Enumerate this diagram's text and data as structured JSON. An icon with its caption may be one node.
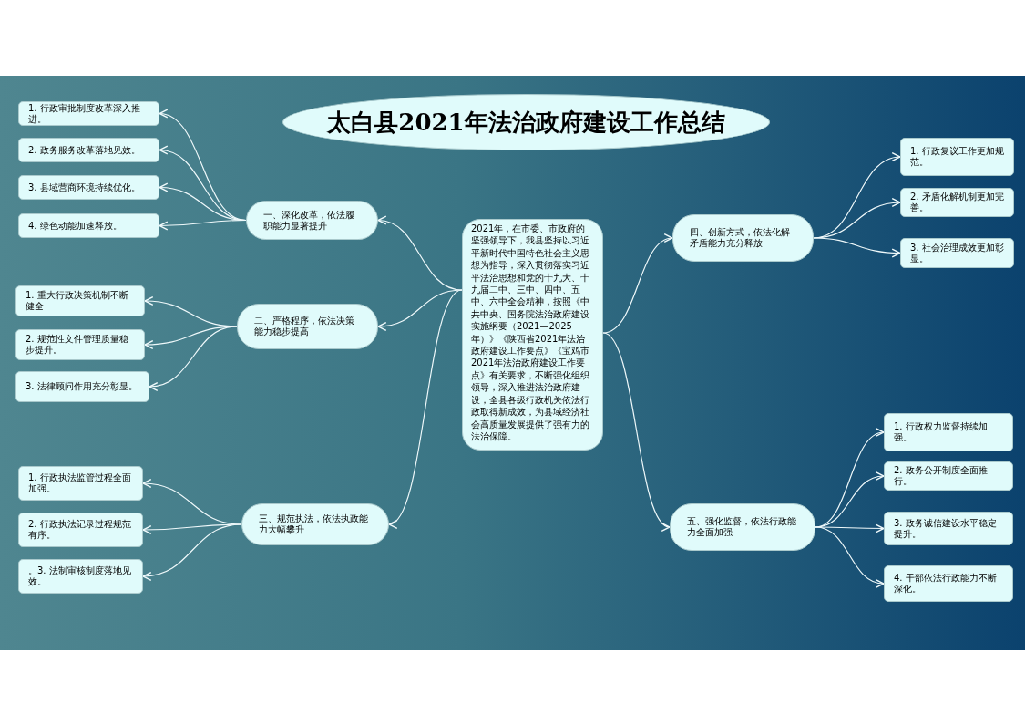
{
  "diagram": {
    "title": "太白县2021年法治政府建设工作总结",
    "nodes": [
      {
        "text": [
          "2021年，在市委、市政府的坚强领导下，我县坚持以习近平新时代中国特色社会主义思想为指导，深入贯彻落实习近平法治思想和党的十九大、十九届二中、三中、四中、五中、六中全会精神，按照《中共中央、国务院法治政府建设实施纲要（2021—2025年）》《陕西省2021年法治政府建设工作要点》《宝鸡市2021年法治政府建设工作要点》有关要求，不断强化组织领导，深入推进法治政府建设，全县各级行政机关依法行政取得新成效，为县域经济社会高质量发展提供了强有力的法治保障。"
        ]
      },
      {
        "text": [
          "一、深化改革，依法履职能力显著提升"
        ]
      },
      {
        "text": [
          "1. 行政审批制度改革深入推进。"
        ]
      },
      {
        "text": [
          "2. 政务服务改革落地见效。"
        ]
      },
      {
        "text": [
          "3. 县域营商环境持续优化。"
        ]
      },
      {
        "text": [
          "4. 绿色动能加速释放。"
        ]
      },
      {
        "text": [
          "二、严格程序，依法决策能力稳步提高"
        ]
      },
      {
        "text": [
          "1. 重大行政决策机制不断健全"
        ]
      },
      {
        "text": [
          "2. 规范性文件管理质量稳步提升。"
        ]
      },
      {
        "text": [
          "3. 法律顾问作用充分彰显。"
        ]
      },
      {
        "text": [
          "三、规范执法，依法执政能力大幅攀升"
        ]
      },
      {
        "text": [
          "1. 行政执法监管过程全面加强。"
        ]
      },
      {
        "text": [
          "2. 行政执法记录过程规范有序。"
        ]
      },
      {
        "text": [
          "。3. 法制审核制度落地见效。"
        ]
      },
      {
        "text": [
          "四、创新方式，依法化解矛盾能力充分释放"
        ]
      },
      {
        "text": [
          "1. 行政复议工作更加规范。"
        ]
      },
      {
        "text": [
          "2. 矛盾化解机制更加完善。"
        ]
      },
      {
        "text": [
          "3. 社会治理成效更加彰显。"
        ]
      },
      {
        "text": [
          "五、强化监督，依法行政能力全面加强"
        ]
      },
      {
        "text": [
          "1. 行政权力监督持续加强。"
        ]
      },
      {
        "text": [
          "2. 政务公开制度全面推行。"
        ]
      },
      {
        "text": [
          "3. 政务诚信建设水平稳定提升。"
        ]
      },
      {
        "text": [
          "4. 干部依法行政能力不断深化。"
        ]
      }
    ],
    "edges": [
      {
        "from": 0,
        "to": 1,
        "arrow": "to"
      },
      {
        "from": 1,
        "to": 2,
        "arrow": "to"
      },
      {
        "from": 1,
        "to": 3,
        "arrow": "to"
      },
      {
        "from": 1,
        "to": 4,
        "arrow": "to"
      },
      {
        "from": 1,
        "to": 5,
        "arrow": "to"
      },
      {
        "from": 0,
        "to": 6,
        "arrow": "to"
      },
      {
        "from": 6,
        "to": 7,
        "arrow": "to"
      },
      {
        "from": 6,
        "to": 8,
        "arrow": "to"
      },
      {
        "from": 6,
        "to": 9,
        "arrow": "to"
      },
      {
        "from": 0,
        "to": 10,
        "arrow": "to"
      },
      {
        "from": 10,
        "to": 11,
        "arrow": "to"
      },
      {
        "from": 10,
        "to": 12,
        "arrow": "to"
      },
      {
        "from": 10,
        "to": 13,
        "arrow": "to"
      },
      {
        "from": 0,
        "to": 14,
        "arrow": "to"
      },
      {
        "from": 14,
        "to": 15,
        "arrow": "to"
      },
      {
        "from": 14,
        "to": 16,
        "arrow": "to"
      },
      {
        "from": 14,
        "to": 17,
        "arrow": "to"
      },
      {
        "from": 0,
        "to": 18,
        "arrow": "to"
      },
      {
        "from": 18,
        "to": 19,
        "arrow": "to"
      },
      {
        "from": 18,
        "to": 20,
        "arrow": "to"
      },
      {
        "from": 18,
        "to": 21,
        "arrow": "to"
      },
      {
        "from": 18,
        "to": 22,
        "arrow": "to"
      }
    ]
  }
}
